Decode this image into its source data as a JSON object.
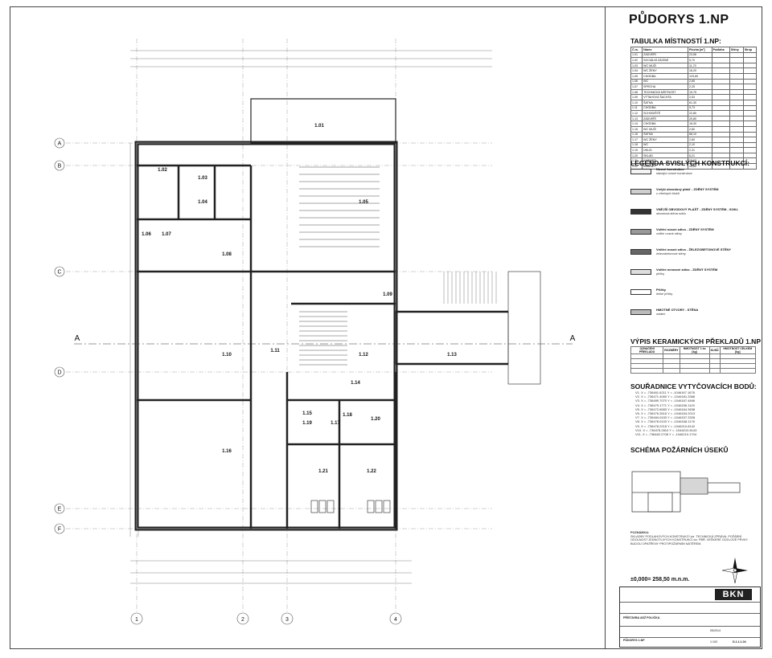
{
  "title": "PŮDORYS 1.NP",
  "room_table": {
    "heading": "TABULKA MÍSTNOSTÍ 1.NP:",
    "columns": [
      "Č.m.",
      "Název",
      "Plocha [m²]",
      "Podlaha",
      "Stěny",
      "Strop"
    ],
    "rows": [
      [
        "1.01",
        "ZÁDVEŘÍ",
        "23,56",
        "",
        "",
        ""
      ],
      [
        "1.02",
        "SOCIÁLNÍ ZÁZEMÍ",
        "5,70",
        "",
        "",
        "",
        ""
      ],
      [
        "1.03",
        "WC MUŽI",
        "11,70",
        "",
        "",
        ""
      ],
      [
        "1.04",
        "WC ŽENY",
        "16,20",
        "",
        "",
        ""
      ],
      [
        "1.05",
        "CHODBA",
        "123,60",
        "",
        "",
        ""
      ],
      [
        "1.06",
        "WC",
        "2,65",
        "",
        "",
        ""
      ],
      [
        "1.07",
        "SPRCHA",
        "2,25",
        "",
        "",
        ""
      ],
      [
        "1.08",
        "TECHNICKÁ MÍSTNOST",
        "19,75",
        "",
        "",
        ""
      ],
      [
        "1.09",
        "VÝTAHOVÁ ŠACHTA",
        "2,53",
        "",
        "",
        ""
      ],
      [
        "1.10",
        "ŠATNA",
        "61,30",
        "",
        "",
        ""
      ],
      [
        "1.11",
        "CHODBA",
        "9,73",
        "",
        "",
        ""
      ],
      [
        "1.12",
        "SCHODIŠTĚ",
        "22,80",
        "",
        "",
        ""
      ],
      [
        "1.13",
        "ZÁDVEŘÍ",
        "20,80",
        "",
        "",
        ""
      ],
      [
        "1.14",
        "CHODBA",
        "18,30",
        "",
        "",
        ""
      ],
      [
        "1.15",
        "WC MUŽI",
        "2,60",
        "",
        "",
        ""
      ],
      [
        "1.16",
        "ŠATNA",
        "68,10",
        "",
        "",
        ""
      ],
      [
        "1.17",
        "WC ŽENY",
        "2,60",
        "",
        "",
        ""
      ],
      [
        "1.18",
        "WC",
        "2,10",
        "",
        "",
        ""
      ],
      [
        "1.19",
        "ÚKLID",
        "2,31",
        "",
        "",
        ""
      ],
      [
        "1.20",
        "SKLAD",
        "6,21",
        "",
        "",
        ""
      ],
      [
        "1.21",
        "KABINET",
        "15,62",
        "",
        "",
        ""
      ],
      [
        "1.22",
        "KABINET",
        "15,62",
        "",
        "",
        ""
      ]
    ]
  },
  "legend": {
    "heading": "LEGENDA SVISLÝCH KONSTRUKCÍ:",
    "items": [
      {
        "name": "Nosné konstrukce",
        "desc": "stávající nosné konstrukce"
      },
      {
        "name": "Vnější obvodový plášť - ZDĚNÝ SYSTÉM",
        "desc": "z cihelných bloků"
      },
      {
        "name": "VNĚJŠÍ OBVODOVÝ PLÁŠŤ - ZDĚNÝ SYSTÉM - SOKL",
        "desc": "obvodová stěna soklu"
      },
      {
        "name": "Vnitřní nosné zdivo - ZDĚNÝ SYSTÉM",
        "desc": "vnitřní nosné stěny"
      },
      {
        "name": "Vnitřní nosné zdivo - ŽELEZOBETONOVÉ STĚNY",
        "desc": "železobetonové stěny"
      },
      {
        "name": "Vnitřní nenosné zdivo - ZDĚNÝ SYSTÉM",
        "desc": "příčky"
      },
      {
        "name": "Příčky",
        "desc": "lehké příčky"
      },
      {
        "name": "HMOTNÉ OTVORY - STĚNA",
        "desc": "ostatní"
      }
    ]
  },
  "lintels": {
    "heading": "VÝPIS KERAMICKÝCH PŘEKLADŮ 1.NP",
    "columns": [
      "OZNAČENÍ PŘEKLADU",
      "ROZMĚRY",
      "HMOTNOST 1 ks [kg]",
      "KUSŮ",
      "HMOTNOST CELKEM [kg]"
    ]
  },
  "coords": {
    "heading": "SOUŘADNICE VYTYČOVACÍCH BODŮ:",
    "rows": [
      "V1.  X = -736461.6211    Y = -1046167.1678",
      "V2.  X = -736471.4060    Y = -1046181.3368",
      "V3.  X = -736489.7070    Y = -1046167.4846",
      "V4.  X = -736479.1771    Y = -1046156.1120",
      "V5.  X = -736472.6583    Y = -1046164.3638",
      "V6.  X = -736476.2616    Y = -1046164.2013",
      "V7.  X = -736484.0433    Y = -1046157.3328",
      "V8.  X = -736478.0103    Y = -1046168.1178",
      "V9.  X = -736478.2218    Y = -1046210.8142",
      "V10. X = -736478.2810    Y = -1046210.8143",
      "V11. X = -736482.2708    Y = -1046210.1704"
    ]
  },
  "fire_scheme": {
    "heading": "SCHÉMA POŽÁRNÍCH ÚSEKŮ"
  },
  "notes": {
    "heading": "POZNÁMKA:",
    "text": "SKLADBY PODLAHOVÝCH KONSTRUKCÍ viz. TECHNICKÁ ZPRÁVA. POŽÁRNÍ ODOLNOST JEDNOTLIVÝCH KONSTRUKCÍ viz. PBŘ. VEŠKERÉ OCELOVÉ PRVKY BUDOU OPATŘENY PROTIPOŽÁRNÍM NÁTĚREM."
  },
  "elevation": "±0,000= 258,50 m.n.m.",
  "titleblock": {
    "logo": "BKN",
    "project": "PŘÍSTAVBA ASŽ POLIČKA",
    "drawing": "PŮDORYS 1.NP",
    "scale": "1:100",
    "date": "05/2014",
    "number": "D.1.1.1.04"
  },
  "plan": {
    "grid_rows": [
      "A",
      "B",
      "C",
      "D",
      "E",
      "F"
    ],
    "grid_cols": [
      "1",
      "2",
      "3",
      "4"
    ],
    "section_mark": "A",
    "rooms": [
      "1.01",
      "1.02",
      "1.03",
      "1.04",
      "1.05",
      "1.06",
      "1.07",
      "1.08",
      "1.09",
      "1.10",
      "1.11",
      "1.12",
      "1.13",
      "1.14",
      "1.15",
      "1.16",
      "1.17",
      "1.18",
      "1.19",
      "1.20",
      "1.21",
      "1.22"
    ]
  }
}
